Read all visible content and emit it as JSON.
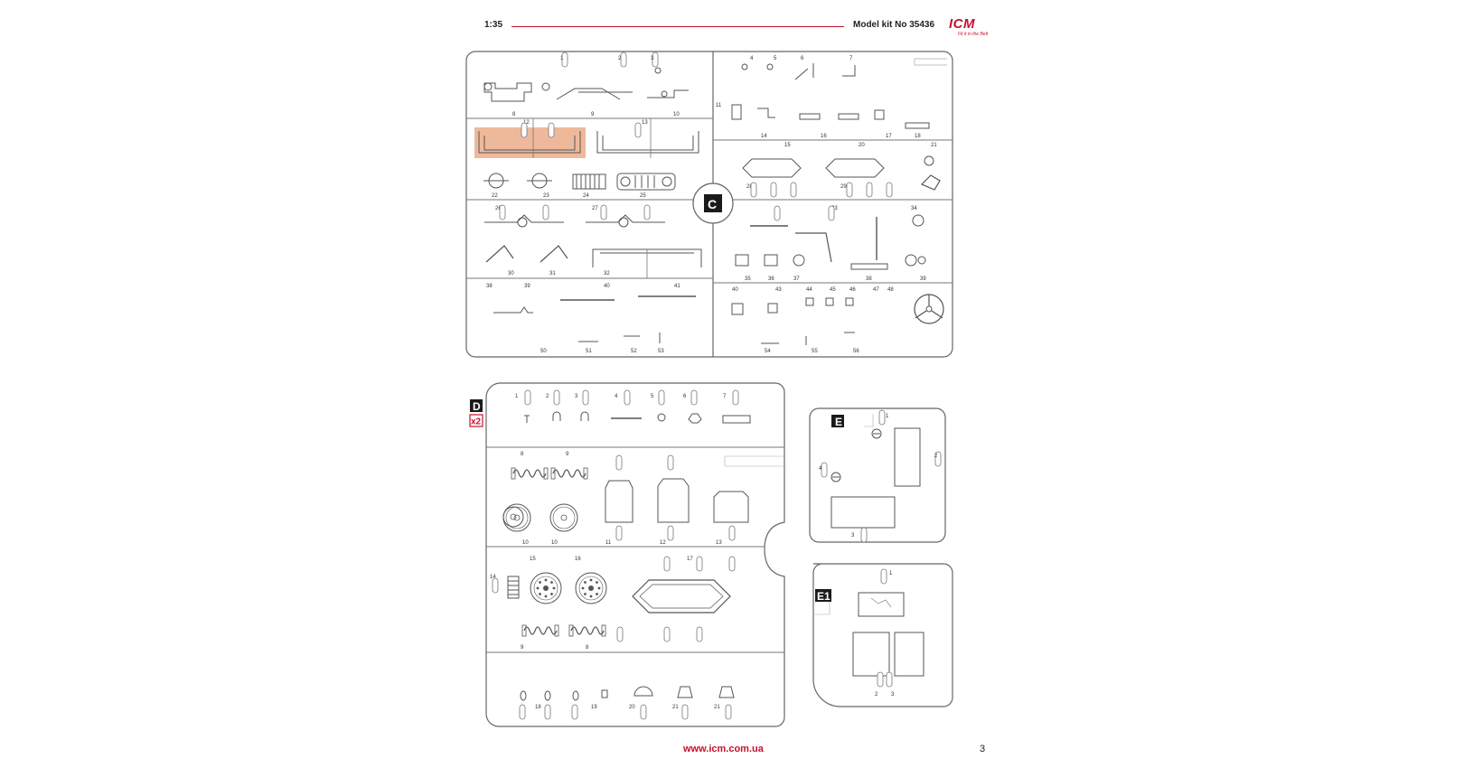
{
  "header": {
    "scale": "1:35",
    "kit_label": "Model kit No 35436",
    "logo_text": "ICM",
    "logo_tagline": "Fit it in the Belt"
  },
  "sprues": {
    "c": {
      "label": "C"
    },
    "d": {
      "label": "D",
      "multiplier": "x2"
    },
    "e": {
      "label": "E"
    },
    "e1": {
      "label": "E1"
    }
  },
  "footer": {
    "url": "www.icm.com.ua",
    "page_number": "3"
  },
  "colors": {
    "accent": "#c8102e",
    "highlight": "#e8a27a",
    "line": "#555555"
  }
}
